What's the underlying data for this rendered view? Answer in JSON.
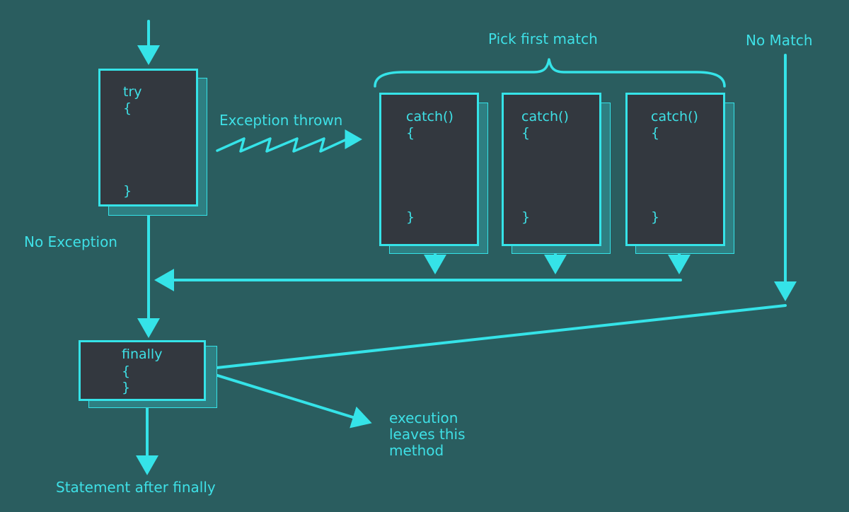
{
  "labels": {
    "pick_first_match": "Pick  first  match",
    "no_match": "No Match",
    "exception_thrown": "Exception thrown",
    "no_exception": "No Exception",
    "statement_after_finally": "Statement after finally",
    "execution_leaves": [
      "execution",
      "leaves this",
      "method"
    ]
  },
  "blocks": {
    "try": {
      "keyword": "try",
      "open": "{",
      "close": "}"
    },
    "catch": [
      {
        "keyword": "catch()",
        "open": "{",
        "close": "}"
      },
      {
        "keyword": "catch()",
        "open": "{",
        "close": "}"
      },
      {
        "keyword": "catch()",
        "open": "{",
        "close": "}"
      }
    ],
    "finally": {
      "keyword": "finally",
      "open": "{",
      "close": "}"
    }
  },
  "colors": {
    "background": "#2a5d5f",
    "accent": "#35e3e8",
    "block_fill": "#33383f",
    "shadow_fill": "#2e7f82"
  }
}
